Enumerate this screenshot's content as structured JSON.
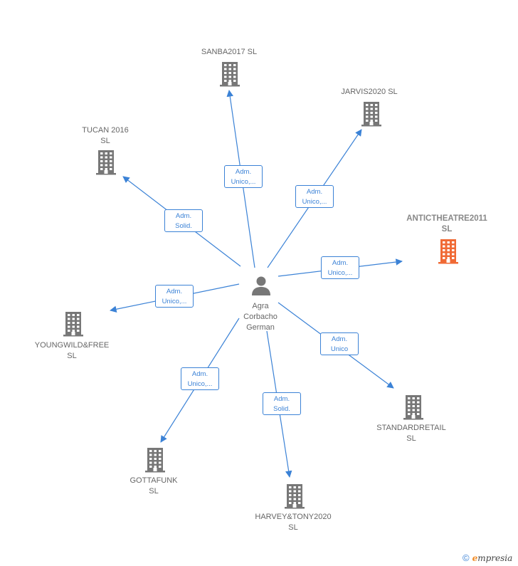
{
  "person": {
    "lines": [
      "Agra",
      "Corbacho",
      "German"
    ]
  },
  "companies": [
    {
      "id": "sanba",
      "lines": [
        "SANBA2017  SL",
        ""
      ],
      "color": "#777777",
      "highlight": false
    },
    {
      "id": "jarvis",
      "lines": [
        "JARVIS2020  SL",
        ""
      ],
      "color": "#777777",
      "highlight": false
    },
    {
      "id": "tucan",
      "lines": [
        "TUCAN 2016",
        "SL"
      ],
      "color": "#777777",
      "highlight": false
    },
    {
      "id": "antic",
      "lines": [
        "ANTICTHEATRE2011",
        "SL"
      ],
      "color": "#f06a35",
      "highlight": true
    },
    {
      "id": "youngwild",
      "lines": [
        "YOUNGWILD&FREE",
        "SL"
      ],
      "color": "#777777",
      "highlight": false
    },
    {
      "id": "standard",
      "lines": [
        "STANDARDRETAIL",
        "SL"
      ],
      "color": "#777777",
      "highlight": false
    },
    {
      "id": "gottafunk",
      "lines": [
        "GOTTAFUNK",
        "SL"
      ],
      "color": "#777777",
      "highlight": false
    },
    {
      "id": "harvey",
      "lines": [
        "HARVEY&TONY2020",
        "SL"
      ],
      "color": "#777777",
      "highlight": false
    }
  ],
  "roles": [
    {
      "id": "sanba",
      "lines": [
        "Adm.",
        "Unico,..."
      ]
    },
    {
      "id": "jarvis",
      "lines": [
        "Adm.",
        "Unico,..."
      ]
    },
    {
      "id": "tucan",
      "lines": [
        "Adm.",
        "Solid."
      ]
    },
    {
      "id": "antic",
      "lines": [
        "Adm.",
        "Unico,..."
      ]
    },
    {
      "id": "youngwild",
      "lines": [
        "Adm.",
        "Unico,..."
      ]
    },
    {
      "id": "standard",
      "lines": [
        "Adm.",
        "Unico"
      ]
    },
    {
      "id": "gottafunk",
      "lines": [
        "Adm.",
        "Unico,..."
      ]
    },
    {
      "id": "harvey",
      "lines": [
        "Adm.",
        "Solid."
      ]
    }
  ],
  "footer": {
    "copyright_symbol": "©",
    "brand_initial": "e",
    "brand_rest": "mpresia"
  },
  "colors": {
    "edge": "#3b82d6",
    "building": "#777777",
    "highlight": "#f06a35",
    "person": "#777777"
  }
}
